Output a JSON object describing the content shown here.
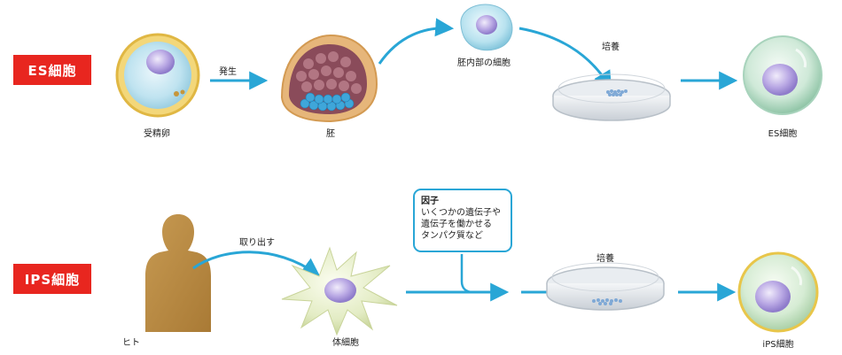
{
  "rows": {
    "es": {
      "badge": "ES細胞",
      "step1_label": "発生",
      "cell_a": "受精卵",
      "cell_b": "胚",
      "cell_c": "胚内部の細胞",
      "culture_label": "培養",
      "cell_d": "ES細胞"
    },
    "ips": {
      "badge": "IPS細胞",
      "person_label": "ヒト",
      "step1_label": "取り出す",
      "cell_b": "体細胞",
      "culture_label": "培養",
      "cell_d": "iPS細胞"
    }
  },
  "factor_box": {
    "title": "因子",
    "body": "いくつかの遺伝子や\n遺伝子を働かせる\nタンパク質など"
  },
  "colors": {
    "badge": "#e8261f",
    "arrow": "#29a6d6",
    "box_border": "#29a6d6"
  }
}
